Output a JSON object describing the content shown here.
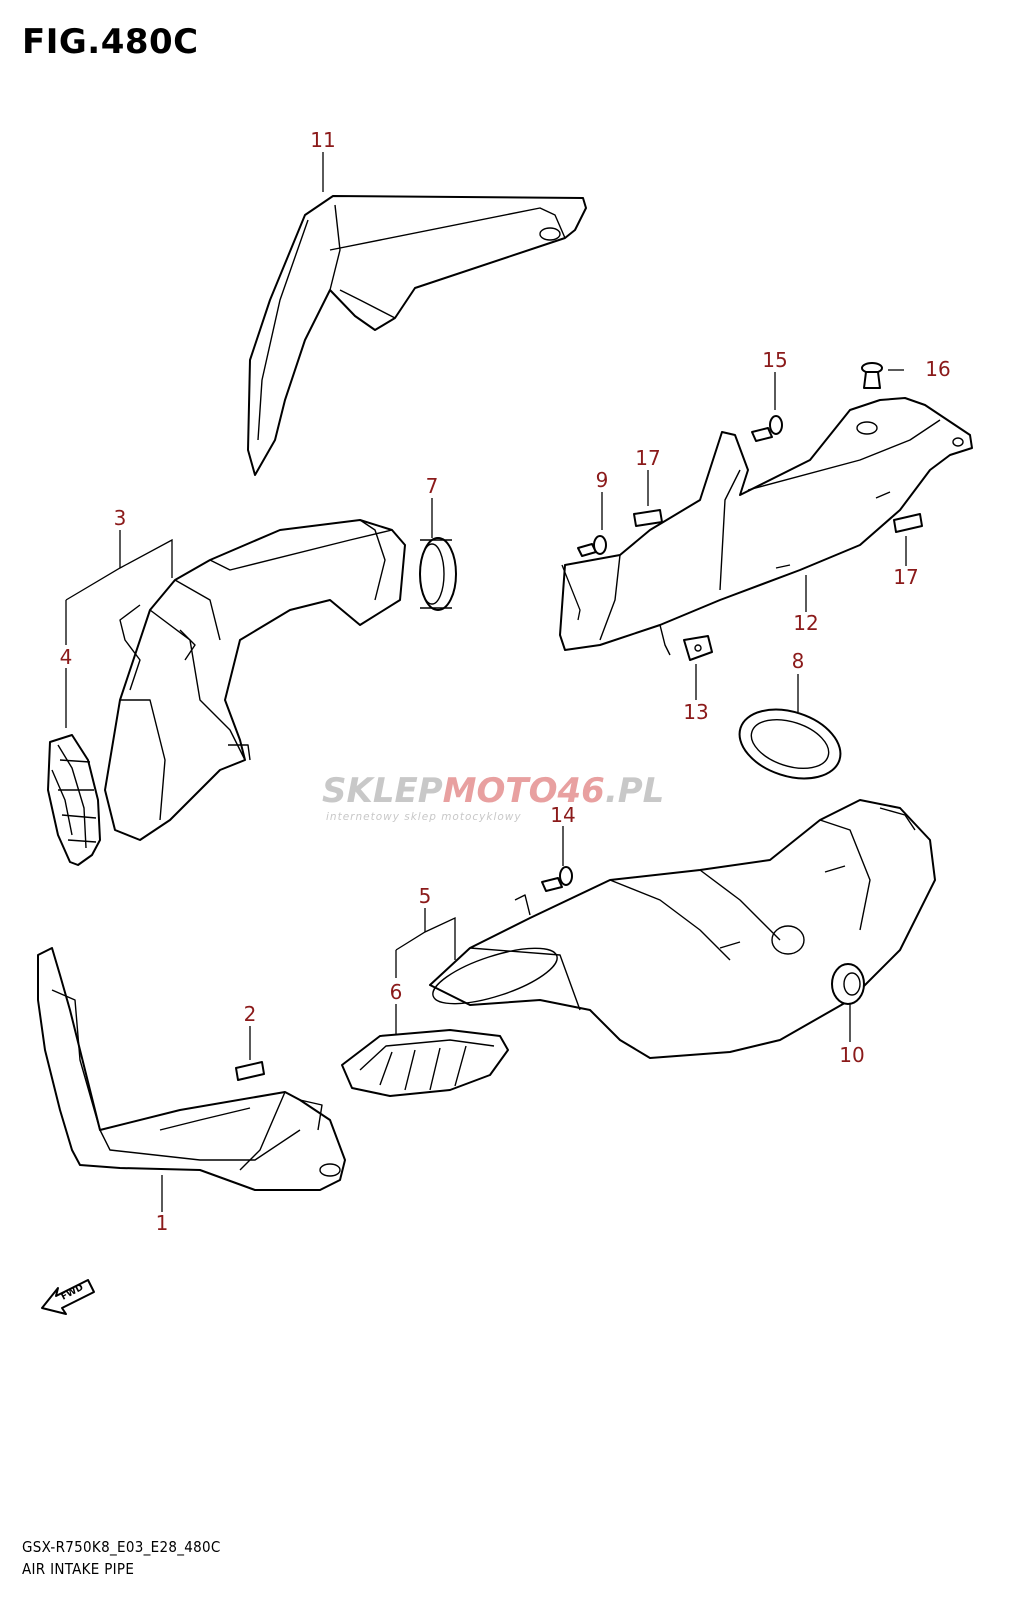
{
  "figure": {
    "title": "FIG.480C"
  },
  "callouts": {
    "c1": "1",
    "c2": "2",
    "c3": "3",
    "c4": "4",
    "c5": "5",
    "c6": "6",
    "c7": "7",
    "c8": "8",
    "c9": "9",
    "c10": "10",
    "c11": "11",
    "c12": "12",
    "c13": "13",
    "c14": "14",
    "c15": "15",
    "c16": "16",
    "c17a": "17",
    "c17b": "17"
  },
  "fwd_label": "FWD",
  "watermark": {
    "part1": "SKLEP",
    "part2": "MOTO",
    "part3": "46",
    "part4": ".PL",
    "tagline": "internetowy sklep motocyklowy"
  },
  "footer": {
    "model_code": "GSX-R750K8_E03_E28_480C",
    "part_name": "AIR INTAKE PIPE"
  },
  "colors": {
    "callout": "#8b1a1a",
    "watermark_gray": "#c8c8c8",
    "watermark_red": "#e8a0a0"
  }
}
